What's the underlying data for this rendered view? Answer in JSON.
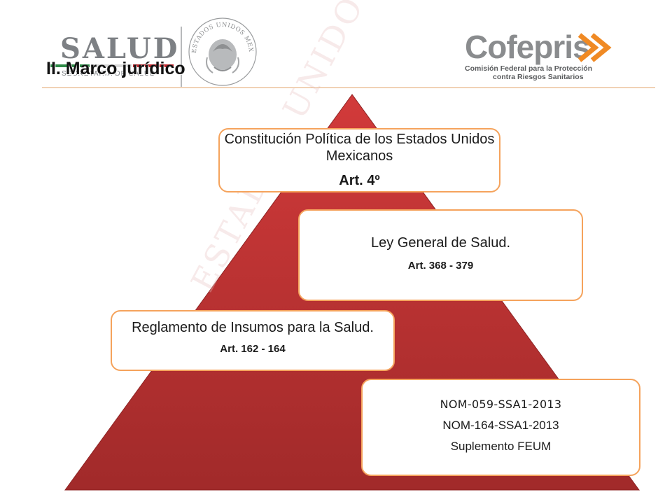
{
  "header": {
    "salud_logo_text": "SALUD",
    "salud_logo_subtext": "SECRETARÍA DE SALUD",
    "seal_text": "ESTADOS UNIDOS MEXICANOS",
    "title": "II. Marco jurídico",
    "cofepris_logo_text": "Cofepris",
    "cofepris_tagline_line1": "Comisión Federal para la Protección",
    "cofepris_tagline_line2": "contra Riesgos Sanitarios"
  },
  "watermark_text": "ESTADOS UNIDOS MEXICANOS",
  "colors": {
    "pyramid_top": "#d23a3a",
    "pyramid_bottom": "#a12a2a",
    "box_border": "#f5a35c",
    "header_rule": "#e2a56b",
    "cofepris_orange": "#f08a24",
    "salud_green": "#2e8b47",
    "salud_red": "#c1272d"
  },
  "levels": [
    {
      "text": "Constitución Política de los Estados Unidos Mexicanos",
      "article": "Art. 4º"
    },
    {
      "text": "Ley General de Salud.",
      "article": "Art. 368 - 379"
    },
    {
      "text": "Reglamento de Insumos para la Salud.",
      "article": "Art. 162 - 164"
    },
    {
      "lines": [
        "NOM-059-SSA1-2013",
        "NOM-164-SSA1-2013",
        "Suplemento FEUM"
      ]
    }
  ]
}
